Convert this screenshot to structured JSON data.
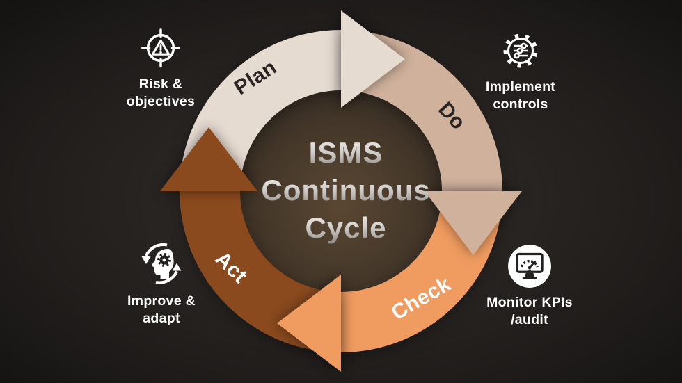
{
  "title": {
    "lines": [
      "ISMS",
      "Continuous",
      "Cycle"
    ]
  },
  "cycle": {
    "direction": "clockwise",
    "segments": [
      {
        "label": "Plan",
        "color": "#e6dbd1",
        "text_color": "#2a2522"
      },
      {
        "label": "Do",
        "color": "#cfb19c",
        "text_color": "#2a2522"
      },
      {
        "label": "Check",
        "color": "#f09c60",
        "text_color": "#ffffff"
      },
      {
        "label": "Act",
        "color": "#8a4a1e",
        "text_color": "#ffffff"
      }
    ]
  },
  "callouts": [
    {
      "position": "top-left",
      "icon": "risk-target-warning-icon",
      "label_lines": [
        "Risk &",
        "objectives"
      ]
    },
    {
      "position": "top-right",
      "icon": "gear-sliders-icon",
      "label_lines": [
        "Implement",
        "controls"
      ]
    },
    {
      "position": "bottom-right",
      "icon": "monitor-gauge-icon",
      "label_lines": [
        "Monitor KPIs",
        "/audit"
      ]
    },
    {
      "position": "bottom-left",
      "icon": "head-gear-refresh-icon",
      "label_lines": [
        "Improve &",
        "adapt"
      ]
    }
  ],
  "colors": {
    "background_center": "#322d28",
    "background_edge": "#131110",
    "inner_glow_center": "#5a4733",
    "inner_glow_mid": "#443729",
    "inner_glow_edge": "#292320",
    "title_silver_top": "#f2f1ef",
    "title_silver_mid": "#cfccc8",
    "title_silver_bottom": "#8b8885",
    "callout_text": "#ffffff",
    "icon_color": "#ffffff",
    "icon_knockout": "#232020"
  }
}
